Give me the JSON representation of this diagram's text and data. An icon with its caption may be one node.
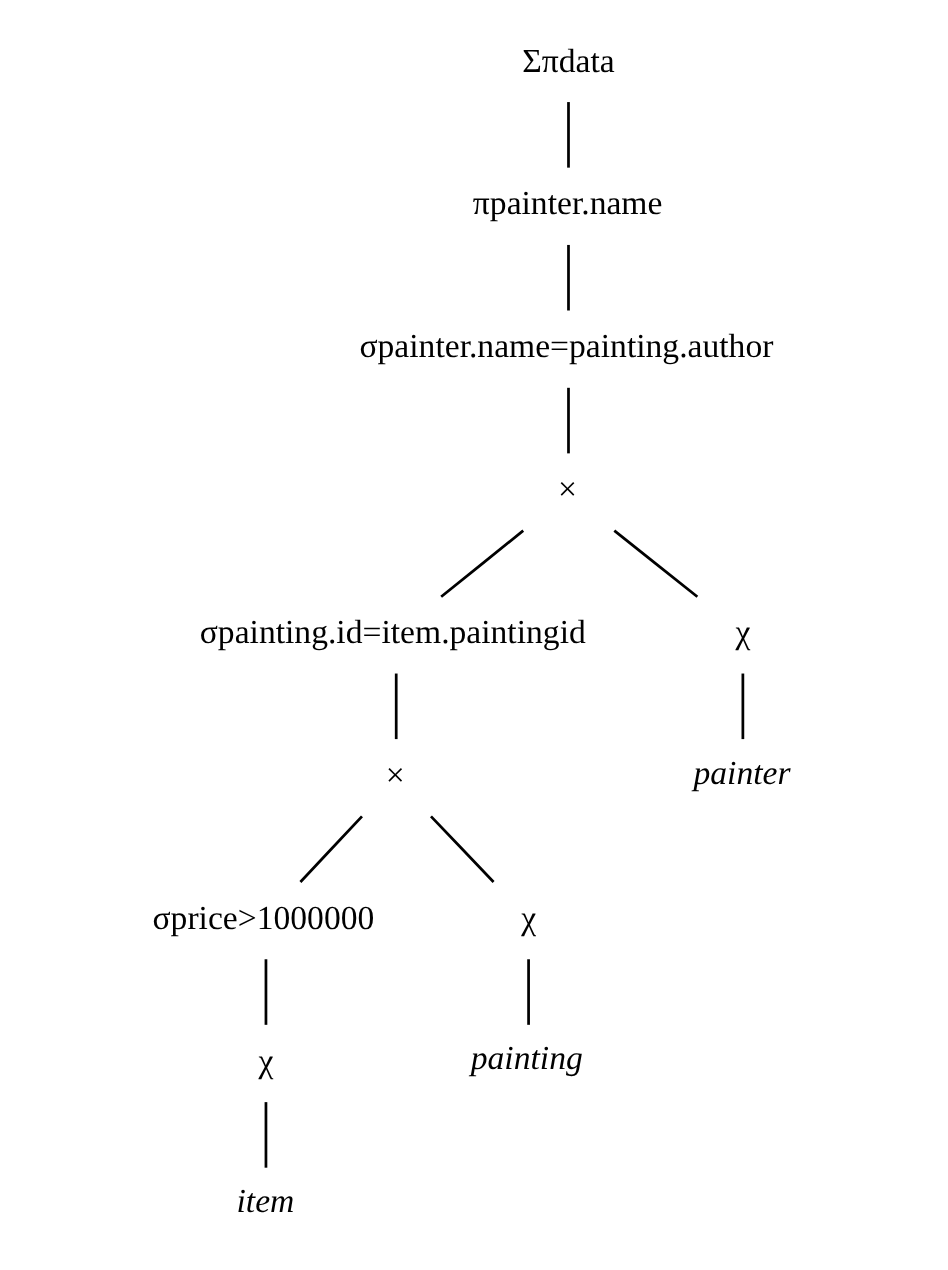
{
  "diagram": {
    "nodes": [
      {
        "text": [
          "Σπdata"
        ]
      },
      {
        "text": [
          "πpainter.name"
        ]
      },
      {
        "text": [
          "σpainter.name=painting.author"
        ]
      },
      {
        "text": [
          "×"
        ]
      },
      {
        "text": [
          "σpainting.id=item.paintingid"
        ]
      },
      {
        "text": [
          "χ"
        ]
      },
      {
        "text": [
          "×"
        ]
      },
      {
        "text": [
          "painter"
        ]
      },
      {
        "text": [
          "σprice>1000000"
        ]
      },
      {
        "text": [
          "χ"
        ]
      },
      {
        "text": [
          "χ"
        ]
      },
      {
        "text": [
          "painting"
        ]
      },
      {
        "text": [
          "item"
        ]
      }
    ],
    "edges": [
      {
        "from": 0,
        "to": 1,
        "arrow": "none"
      },
      {
        "from": 1,
        "to": 2,
        "arrow": "none"
      },
      {
        "from": 2,
        "to": 3,
        "arrow": "none"
      },
      {
        "from": 3,
        "to": 4,
        "arrow": "none"
      },
      {
        "from": 3,
        "to": 5,
        "arrow": "none"
      },
      {
        "from": 4,
        "to": 6,
        "arrow": "none"
      },
      {
        "from": 5,
        "to": 7,
        "arrow": "none"
      },
      {
        "from": 6,
        "to": 8,
        "arrow": "none"
      },
      {
        "from": 6,
        "to": 9,
        "arrow": "none"
      },
      {
        "from": 8,
        "to": 10,
        "arrow": "none"
      },
      {
        "from": 9,
        "to": 11,
        "arrow": "none"
      },
      {
        "from": 10,
        "to": 12,
        "arrow": "none"
      }
    ]
  }
}
